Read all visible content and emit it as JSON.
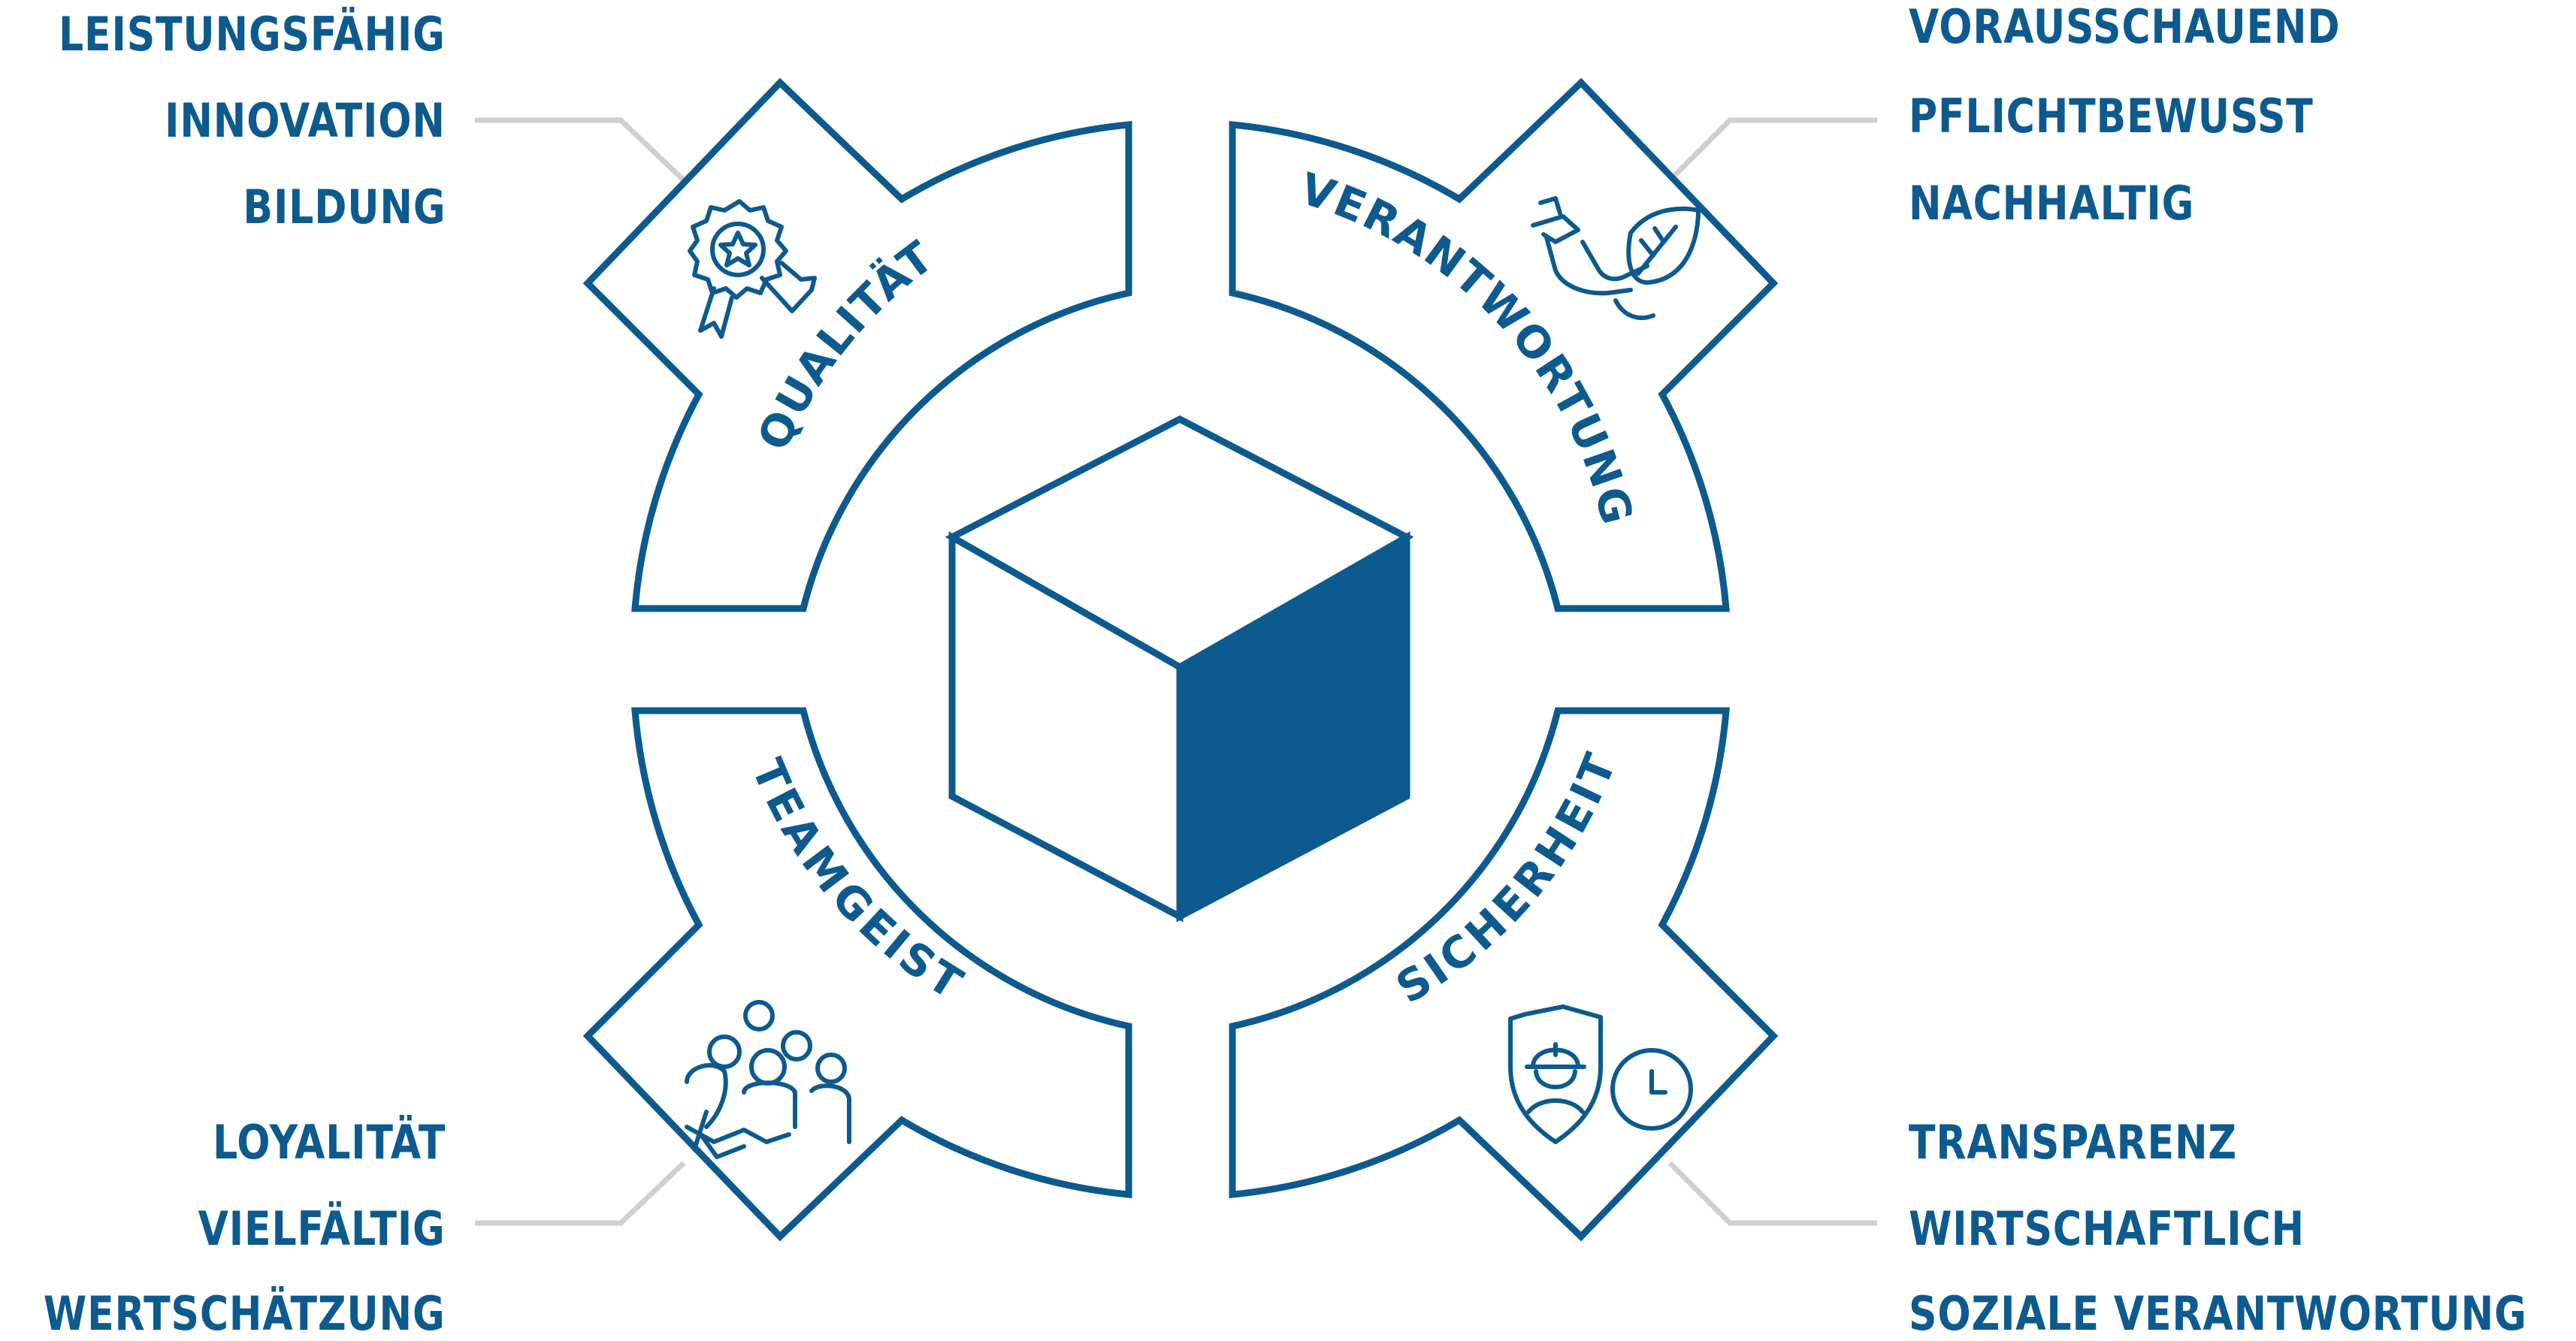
{
  "colors": {
    "primary": "#0d5a8e",
    "leader": "#d0d0d0",
    "background": "#ffffff"
  },
  "center_icon": "cube-icon",
  "segments": [
    {
      "id": "qualitaet",
      "label": "QUALITÄT",
      "icon": "award-ribbon-icon",
      "keywords": [
        "LEISTUNGSFÄHIG",
        "INNOVATION",
        "BILDUNG"
      ]
    },
    {
      "id": "verantwortung",
      "label": "VERANTWORTUNG",
      "icon": "hand-leaf-icon",
      "keywords": [
        "VORAUSSCHAUEND",
        "PFLICHTBEWUSST",
        "NACHHALTIG"
      ]
    },
    {
      "id": "teamgeist",
      "label": "TEAMGEIST",
      "icon": "team-handshake-icon",
      "keywords": [
        "LOYALITÄT",
        "VIELFÄLTIG",
        "WERTSCHÄTZUNG"
      ]
    },
    {
      "id": "sicherheit",
      "label": "SICHERHEIT",
      "icon": "shield-worker-clock-icon",
      "keywords": [
        "TRANSPARENZ",
        "WIRTSCHAFTLICH",
        "SOZIALE VERANTWORTUNG"
      ]
    }
  ]
}
